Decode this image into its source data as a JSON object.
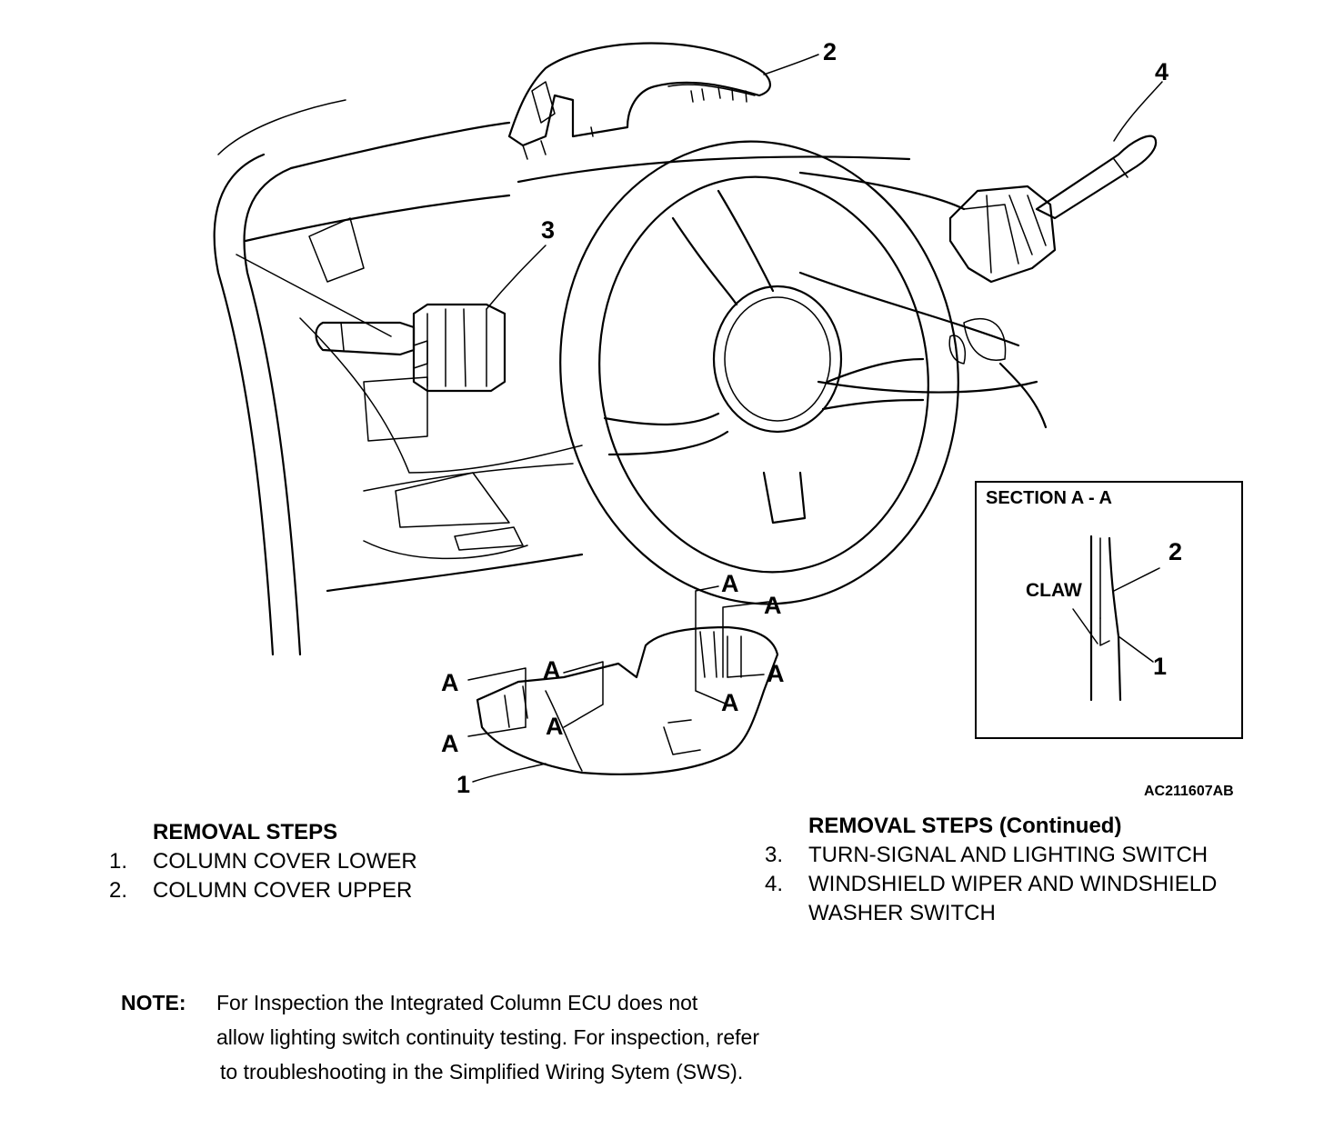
{
  "figure": {
    "id_label": "AC211607AB",
    "callouts": {
      "c1": "1",
      "c2": "2",
      "c3": "3",
      "c4": "4"
    },
    "section_marker": "A",
    "section_view": {
      "title": "SECTION A - A",
      "claw_label": "CLAW",
      "label_2": "2",
      "label_1": "1"
    }
  },
  "removal_steps": {
    "heading": "REMOVAL STEPS",
    "items": [
      {
        "num": "1.",
        "text": "COLUMN COVER LOWER"
      },
      {
        "num": "2.",
        "text": "COLUMN COVER UPPER"
      }
    ]
  },
  "removal_steps_continued": {
    "heading": "REMOVAL STEPS (Continued)",
    "items": [
      {
        "num": "3.",
        "text": "TURN-SIGNAL AND LIGHTING SWITCH"
      },
      {
        "num": "4.",
        "text": "WINDSHIELD WIPER AND WINDSHIELD WASHER SWITCH"
      }
    ]
  },
  "note": {
    "label": "NOTE:",
    "lines": [
      "For Inspection the Integrated Column ECU does not",
      "allow lighting switch continuity testing. For inspection, refer",
      "to troubleshooting in the Simplified Wiring Sytem (SWS)."
    ]
  }
}
